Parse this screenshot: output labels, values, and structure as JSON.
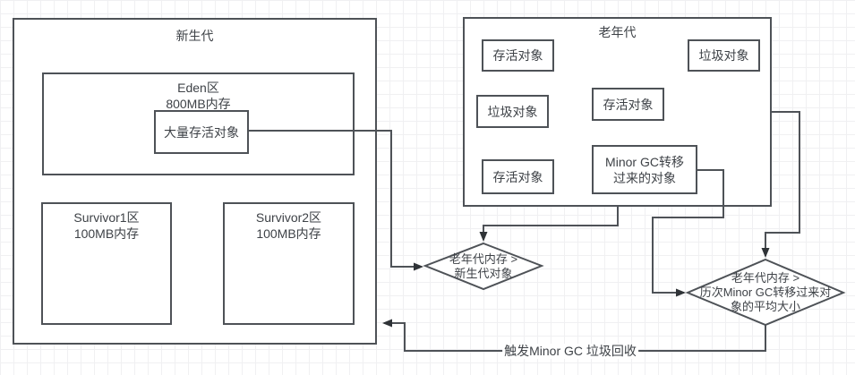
{
  "diagram": {
    "young_gen": {
      "title": "新生代",
      "eden": {
        "name": "Eden区",
        "size": "800MB内存"
      },
      "mass_alive_label": "大量存活对象",
      "survivor1": {
        "name": "Survivor1区",
        "size": "100MB内存"
      },
      "survivor2": {
        "name": "Survivor2区",
        "size": "100MB内存"
      }
    },
    "old_gen": {
      "title": "老年代",
      "alive_top_left": "存活对象",
      "garbage_top_right": "垃圾对象",
      "garbage_mid_left": "垃圾对象",
      "alive_mid_center": "存活对象",
      "alive_bottom_left": "存活对象",
      "minor_gc_transferred": {
        "line1": "Minor GC转移",
        "line2": "过来的对象"
      }
    },
    "decision_old_vs_young": {
      "line1": "老年代内存 >",
      "line2": "新生代对象"
    },
    "decision_avg_size": {
      "line1": "老年代内存 >",
      "line2": "历次Minor GC转移过来对",
      "line3": "象的平均大小"
    },
    "edge_label_trigger": "触发Minor GC 垃圾回收"
  },
  "colors": {
    "stroke": "#4e5257",
    "text": "#3e4247",
    "arrow": "#2f3337",
    "grid": "#f0f0f2",
    "background": "#ffffff"
  }
}
